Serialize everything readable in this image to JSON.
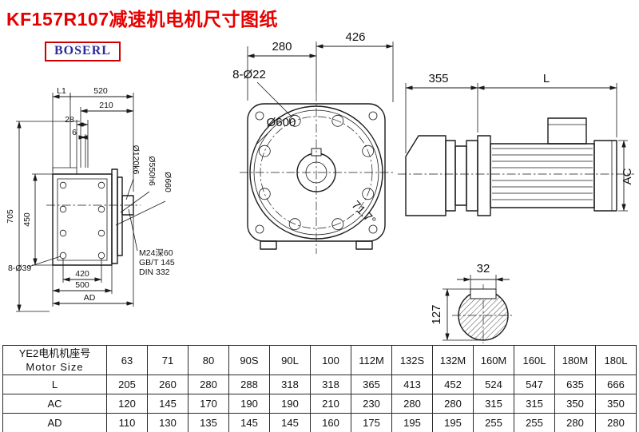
{
  "title": "KF157R107减速机电机尺寸图纸",
  "logo": "BOSERL",
  "colors": {
    "title_red": "#e60000",
    "logo_border_red": "#cc0000",
    "logo_text_blue": "#2a2a9a",
    "line_black": "#1a1a1a"
  },
  "left_view": {
    "l1": "L1",
    "d520": "520",
    "d210": "210",
    "d28": "28",
    "d6": "6",
    "d705": "705",
    "d450": "450",
    "holes": "8-Ø39",
    "d420": "420",
    "d500": "500",
    "ad": "AD",
    "shaft_dia": "Ø120k6",
    "spigot_dia": "Ø550h6",
    "flange_dia": "Ø660",
    "tap_note": "M24深60",
    "gb_note": "GB/T 145",
    "din_note": "DIN 332"
  },
  "front_view": {
    "d280": "280",
    "d426": "426",
    "holes": "8-Ø22",
    "dia": "Ø600",
    "angle": "71.7°"
  },
  "motor_view": {
    "d355": "355",
    "l": "L",
    "ac": "AC"
  },
  "shaft_section": {
    "d32": "32",
    "d127": "127"
  },
  "table": {
    "header_cn": "YE2电机机座号",
    "header_en": "Motor Size",
    "sizes": [
      "63",
      "71",
      "80",
      "90S",
      "90L",
      "100",
      "112M",
      "132S",
      "132M",
      "160M",
      "160L",
      "180M",
      "180L"
    ],
    "rows": [
      {
        "label": "L",
        "values": [
          "205",
          "260",
          "280",
          "288",
          "318",
          "318",
          "365",
          "413",
          "452",
          "524",
          "547",
          "635",
          "666"
        ]
      },
      {
        "label": "AC",
        "values": [
          "120",
          "145",
          "170",
          "190",
          "190",
          "210",
          "230",
          "280",
          "280",
          "315",
          "315",
          "350",
          "350"
        ]
      },
      {
        "label": "AD",
        "values": [
          "110",
          "130",
          "135",
          "145",
          "145",
          "160",
          "175",
          "195",
          "195",
          "255",
          "255",
          "280",
          "280"
        ]
      }
    ]
  }
}
